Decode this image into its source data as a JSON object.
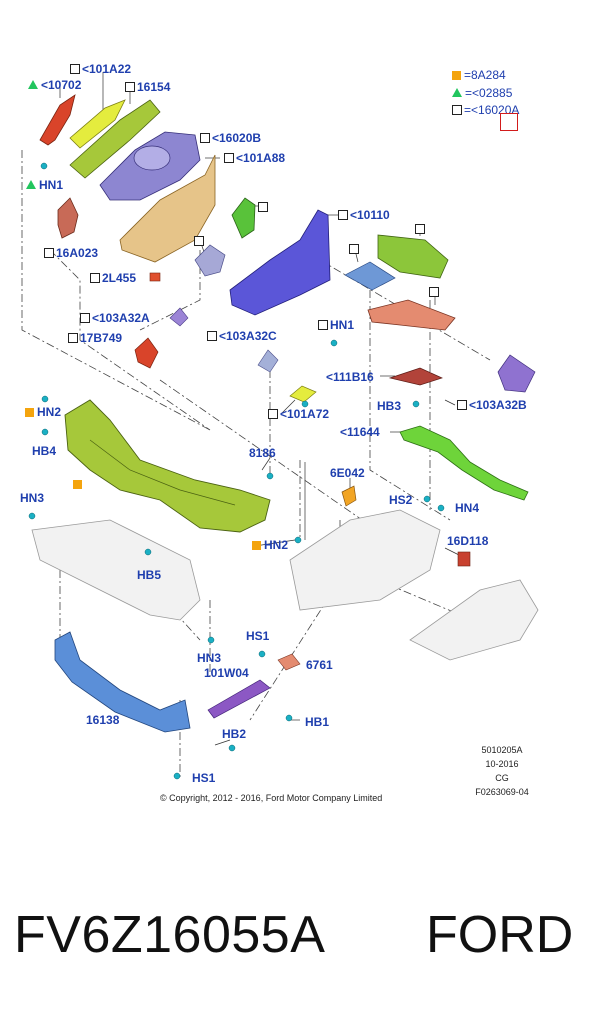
{
  "legend": {
    "square_text": "=8A284",
    "triangle_text": "=<02885",
    "box_text": "=<16020A"
  },
  "callouts": {
    "c101A22": "<101A22",
    "c10702": "<10702",
    "c16154": "16154",
    "c16020B": "<16020B",
    "c101A88": "<101A88",
    "cHN1a": "HN1",
    "c16A023": "16A023",
    "c2L455": "2L455",
    "c10110": "<10110",
    "c103A32A": "<103A32A",
    "c17B749": "17B749",
    "c103A32C": "<103A32C",
    "cHN1b": "HN1",
    "c111B16": "<111B16",
    "cHB3": "HB3",
    "c103A32B": "<103A32B",
    "cHN2a": "HN2",
    "cHB4": "HB4",
    "c101A72": "<101A72",
    "c11644": "<11644",
    "c8186": "8186",
    "c6E042": "6E042",
    "cHN3a": "HN3",
    "cHS2": "HS2",
    "cHN4": "HN4",
    "c16D118": "16D118",
    "cHN2b": "HN2",
    "cHB5": "HB5",
    "cHS1a": "HS1",
    "cHN3b": "HN3",
    "c101W04": "101W04",
    "c6761": "6761",
    "c16138": "16138",
    "cHB1": "HB1",
    "cHB2": "HB2",
    "cHS1b": "HS1"
  },
  "meta": {
    "code": "5010205A",
    "date": "10-2016",
    "cg": "CG",
    "ref": "F0263069-04"
  },
  "copyright": "© Copyright, 2012 - 2016, Ford Motor Company Limited",
  "footer": {
    "part_number": "FV6Z16055A",
    "brand": "FORD"
  },
  "colors": {
    "label": "#1f3fae",
    "legend_square": "#f4a40e",
    "legend_triangle": "#22c55e",
    "highlight_box": "#d21b1b"
  }
}
